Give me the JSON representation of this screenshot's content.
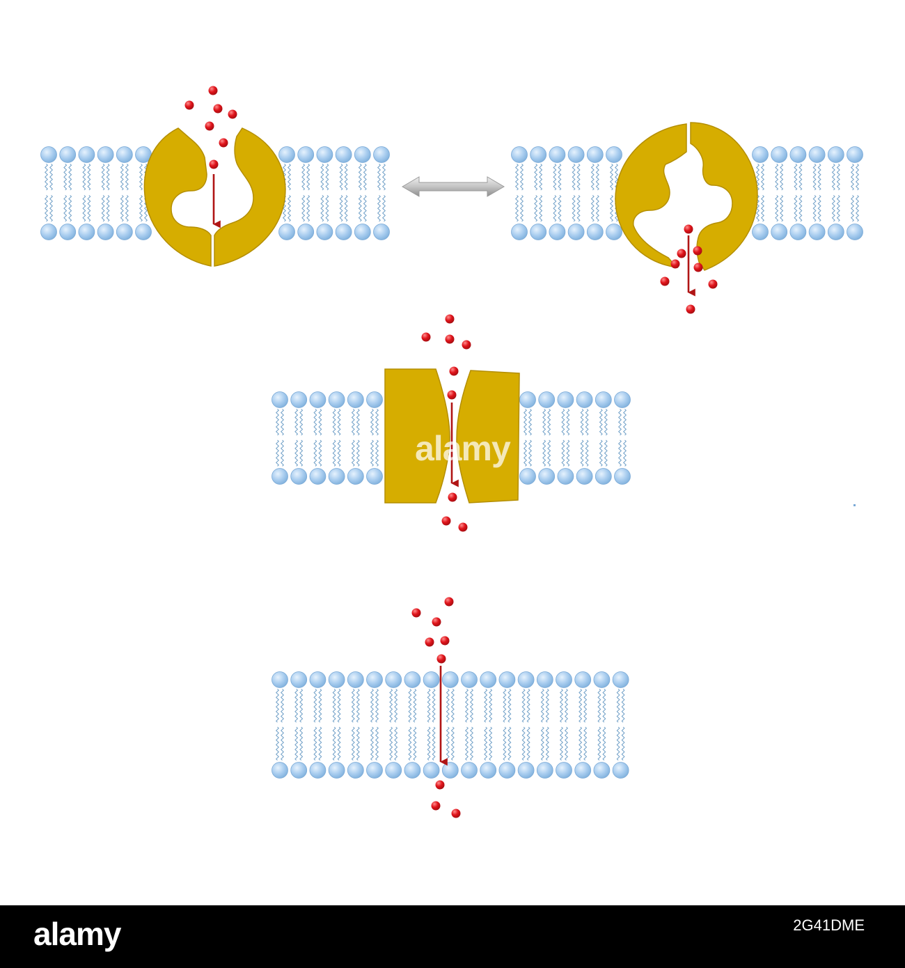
{
  "colors": {
    "lipid_head": "#a9cdef",
    "lipid_head_edge": "#7aa9d6",
    "lipid_tail": "#6f9fc7",
    "protein": "#d6ad00",
    "protein_edge": "#b48e00",
    "molecule": "#e0141b",
    "arrow": "#b01515",
    "double_arrow": "#b8b8b8"
  },
  "panels": [
    {
      "name": "carrier-protein-open-outside"
    },
    {
      "name": "carrier-protein-open-inside"
    },
    {
      "name": "channel-protein"
    },
    {
      "name": "simple-diffusion"
    }
  ],
  "icons": [
    "double-headed-arrow-icon",
    "down-arrow-icon"
  ],
  "watermark": "alamy",
  "footer": {
    "logo": "alamy",
    "image_id": "2G41DME"
  }
}
